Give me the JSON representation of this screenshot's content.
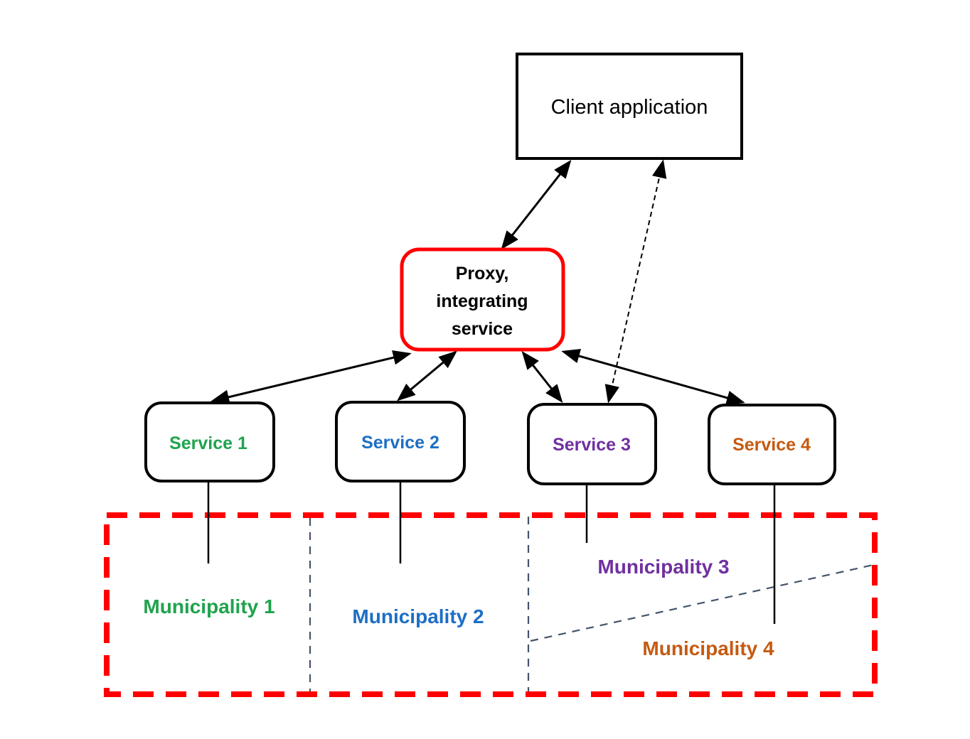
{
  "diagram": {
    "client": {
      "label": "Client application"
    },
    "proxy": {
      "lines": [
        "Proxy,",
        "integrating",
        "service"
      ],
      "border_color": "#FF0000"
    },
    "services": [
      {
        "label": "Service 1",
        "color": "#1FA34D"
      },
      {
        "label": "Service 2",
        "color": "#1D6FC4"
      },
      {
        "label": "Service 3",
        "color": "#7030A0"
      },
      {
        "label": "Service 4",
        "color": "#C55A11"
      }
    ],
    "municipalities": [
      {
        "label": "Municipality 1",
        "color": "#1FA34D"
      },
      {
        "label": "Municipality 2",
        "color": "#1D6FC4"
      },
      {
        "label": "Municipality 3",
        "color": "#7030A0"
      },
      {
        "label": "Municipality 4",
        "color": "#C55A11"
      }
    ],
    "colors": {
      "box_border": "#000000",
      "arrow": "#000000",
      "text": "#000000",
      "region_border": "#FF0000",
      "divider": "#44546A"
    }
  }
}
